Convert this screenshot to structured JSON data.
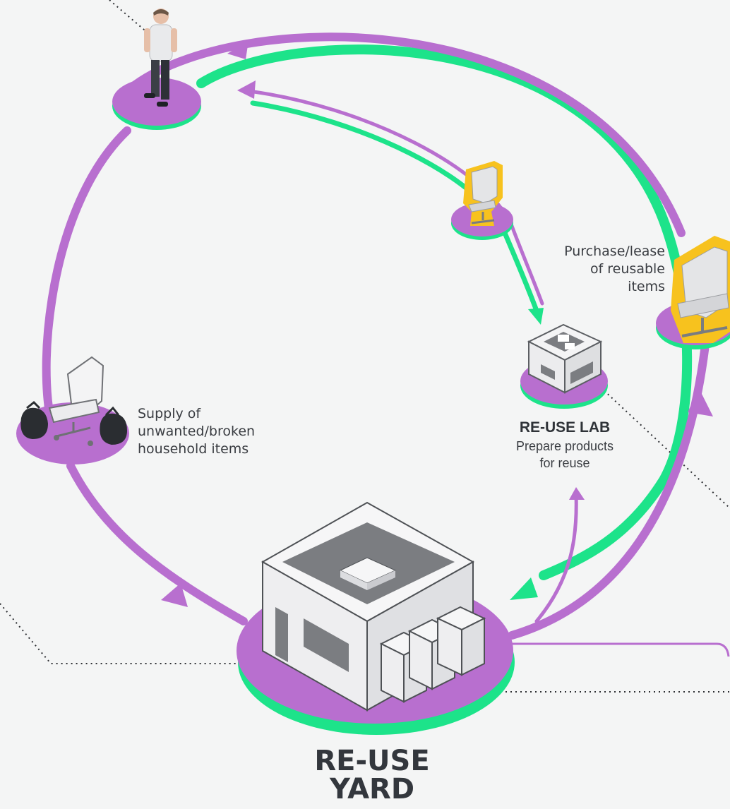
{
  "labels": {
    "supply": [
      "Supply of",
      "unwanted/broken",
      "household items"
    ],
    "purchase": [
      "Purchase/lease",
      "of reusable",
      "items"
    ],
    "lab_title": "RE-USE LAB",
    "lab_sub": [
      "Prepare products",
      "for reuse"
    ],
    "yard_title": [
      "RE-USE",
      "YARD"
    ]
  },
  "colors": {
    "purple": "#b86fcf",
    "green": "#1de38a",
    "yellow": "#f7c21e",
    "background": "#f4f5f5",
    "text": "#3a3d42"
  }
}
